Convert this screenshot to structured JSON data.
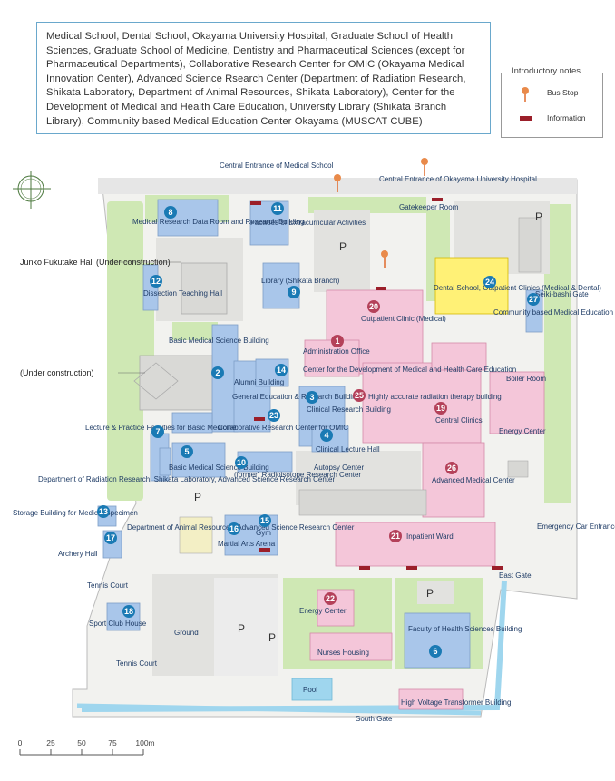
{
  "description": "Medical School, Dental School, Okayama University Hospital, Graduate School of Health Sciences, Graduate School of Medicine, Dentistry and Pharmaceutical Sciences (except for Pharmaceutical Departments), Collaborative Research Center for OMIC (Okayama Medical Innovation Center), Advanced Science Rsearch Center (Department of Radiation Research, Shikata Laboratory, Department of Animal Resources, Shikata Laboratory), Center for the Development of Medical and Health Care Education, University Library (Shikata Branch Library), Community based Medical Education Center Okayama (MUSCAT CUBE)",
  "legend": {
    "title": "Introductory notes",
    "bus_stop": "Bus Stop",
    "information": "Information"
  },
  "colors": {
    "hospital": "#f4c6d9",
    "research": "#a9c6ea",
    "dental": "#fff176",
    "green": "#cfe8b4",
    "number_blue": "#1a7ab4",
    "number_red": "#b4415a",
    "water": "#9fd6ee"
  },
  "gates": {
    "central_medical": "Central Entrance of Medical School",
    "central_hospital": "Central Entrance of Okayama University Hospital",
    "gatekeeper": "Gatekeeper Room",
    "seiki": "Seiki-bashi Gate",
    "emergency": "Emergency Car Entrance",
    "east": "East Gate",
    "south": "South Gate"
  },
  "outside": {
    "junko": "Junko Fukutake Hall (Under construction)",
    "under_construction": "(Under construction)"
  },
  "buildings": [
    {
      "num": "1",
      "name": "Administration Office",
      "kind": "hospital"
    },
    {
      "num": "2",
      "name": "Basic Medical Science Building",
      "kind": "research"
    },
    {
      "num": "3",
      "name": "Clinical Research Building",
      "kind": "research"
    },
    {
      "num": "4",
      "name": "Clinical Lecture Hall",
      "kind": "research"
    },
    {
      "num": "5",
      "name": "Basic Medical Science Building",
      "kind": "research"
    },
    {
      "num": "6",
      "name": "Faculty of Health Sciences Building",
      "kind": "research"
    },
    {
      "num": "7",
      "name": "Lecture & Practice Facilities for Basic Medicine",
      "kind": "research"
    },
    {
      "num": "8",
      "name": "Medical Research Data Room and Research Building",
      "kind": "research"
    },
    {
      "num": "9",
      "name": "Library (Shikata Branch)",
      "kind": "research"
    },
    {
      "num": "10",
      "name": "(former) Radioisotope Research Center",
      "kind": "research"
    },
    {
      "num": "11",
      "name": "Facilities of Extracurricular Activities",
      "kind": "research"
    },
    {
      "num": "12",
      "name": "Dissection Teaching Hall",
      "kind": "research"
    },
    {
      "num": "13",
      "name": "Storage Building for Medical Specimen",
      "kind": "research"
    },
    {
      "num": "14",
      "name": "Alumni Building",
      "kind": "research"
    },
    {
      "num": "15",
      "name": "Gym",
      "kind": "research"
    },
    {
      "num": "16",
      "name": "Martial Arts Arena",
      "kind": "research"
    },
    {
      "num": "17",
      "name": "Archery Hall",
      "kind": "research"
    },
    {
      "num": "18",
      "name": "Sport Club House",
      "kind": "research"
    },
    {
      "num": "19",
      "name": "Central Clinics",
      "kind": "hospital"
    },
    {
      "num": "20",
      "name": "Outpatient Clinic (Medical)",
      "kind": "hospital"
    },
    {
      "num": "21",
      "name": "Inpatient Ward",
      "kind": "hospital"
    },
    {
      "num": "22",
      "name": "Energy Center",
      "kind": "hospital"
    },
    {
      "num": "23",
      "name": "Collaborative Research Center for OMIC",
      "kind": "research"
    },
    {
      "num": "24",
      "name": "Dental School, Outpatient Clinics (Medical & Dental)",
      "kind": "dental"
    },
    {
      "num": "25",
      "name": "Highly accurate radiation therapy building",
      "kind": "hospital"
    },
    {
      "num": "26",
      "name": "Advanced Medical Center",
      "kind": "hospital"
    },
    {
      "num": "27",
      "name": "Community based Medical Education Center Okayama (MUSCAT CUBE)",
      "kind": "research"
    }
  ],
  "other_labels": {
    "center_dev": "Center for the Development of Medical and Health Care Education",
    "general_ed": "General Education & Research Building",
    "dept_radiation": "Department of Radiation Research, Shikata Laboratory, Advanced Science Research Center",
    "dept_animal": "Department of Animal Resources, Advanced Science Research Center",
    "autopsy": "Autopsy Center",
    "boiler": "Boiler Room",
    "energy_center": "Energy Center",
    "tennis_court": "Tennis Court",
    "ground": "Ground",
    "nurses": "Nurses Housing",
    "pool": "Pool",
    "high_voltage": "High Voltage Transformer Building",
    "parking": "P"
  },
  "scale": {
    "ticks": [
      "0",
      "25",
      "50",
      "75",
      "100m"
    ]
  }
}
